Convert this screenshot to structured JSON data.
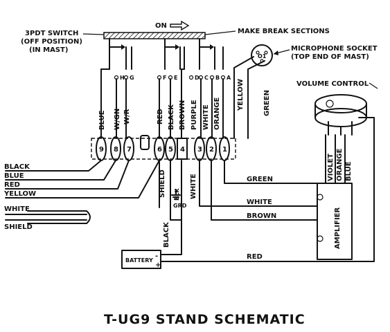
{
  "title": "T-UG9 STAND SCHEMATIC",
  "switch": {
    "label_line1": "3PDT SWITCH",
    "label_line2": "(OFF POSITION)",
    "label_line3": "(IN MAST)",
    "on_label": "ON",
    "make_break_label": "MAKE BREAK SECTIONS",
    "contacts": [
      "H",
      "G",
      "F",
      "E",
      "D",
      "C",
      "B",
      "A"
    ]
  },
  "microphone": {
    "label_line1": "MICROPHONE SOCKET",
    "label_line2": "(TOP END OF MAST)",
    "pin_label": "O1"
  },
  "volume": {
    "label": "VOLUME CONTROL",
    "wires": [
      "VIOLET",
      "ORANGE",
      "BLUE"
    ]
  },
  "terminals": [
    "9",
    "8",
    "7",
    "6",
    "5",
    "4",
    "3",
    "2",
    "1"
  ],
  "upper_wires": [
    "BLUE",
    "W/GN",
    "W/R",
    "RED",
    "BLACK",
    "BROWN",
    "PURPLE",
    "WHITE",
    "ORANGE",
    "YELLOW",
    "GREEN"
  ],
  "cable_wires": [
    "BLACK",
    "BLUE",
    "RED",
    "YELLOW",
    "WHITE",
    "SHIELD"
  ],
  "lower": {
    "shield": "SHIELD",
    "blk": "BLK",
    "grd": "GRD",
    "white": "WHITE",
    "green": "GREEN",
    "white2": "WHITE",
    "brown": "BROWN",
    "black": "BLACK",
    "red": "RED"
  },
  "amplifier_label": "AMPLIFIER",
  "battery": {
    "label": "BATTERY",
    "minus": "-",
    "plus": "+"
  }
}
